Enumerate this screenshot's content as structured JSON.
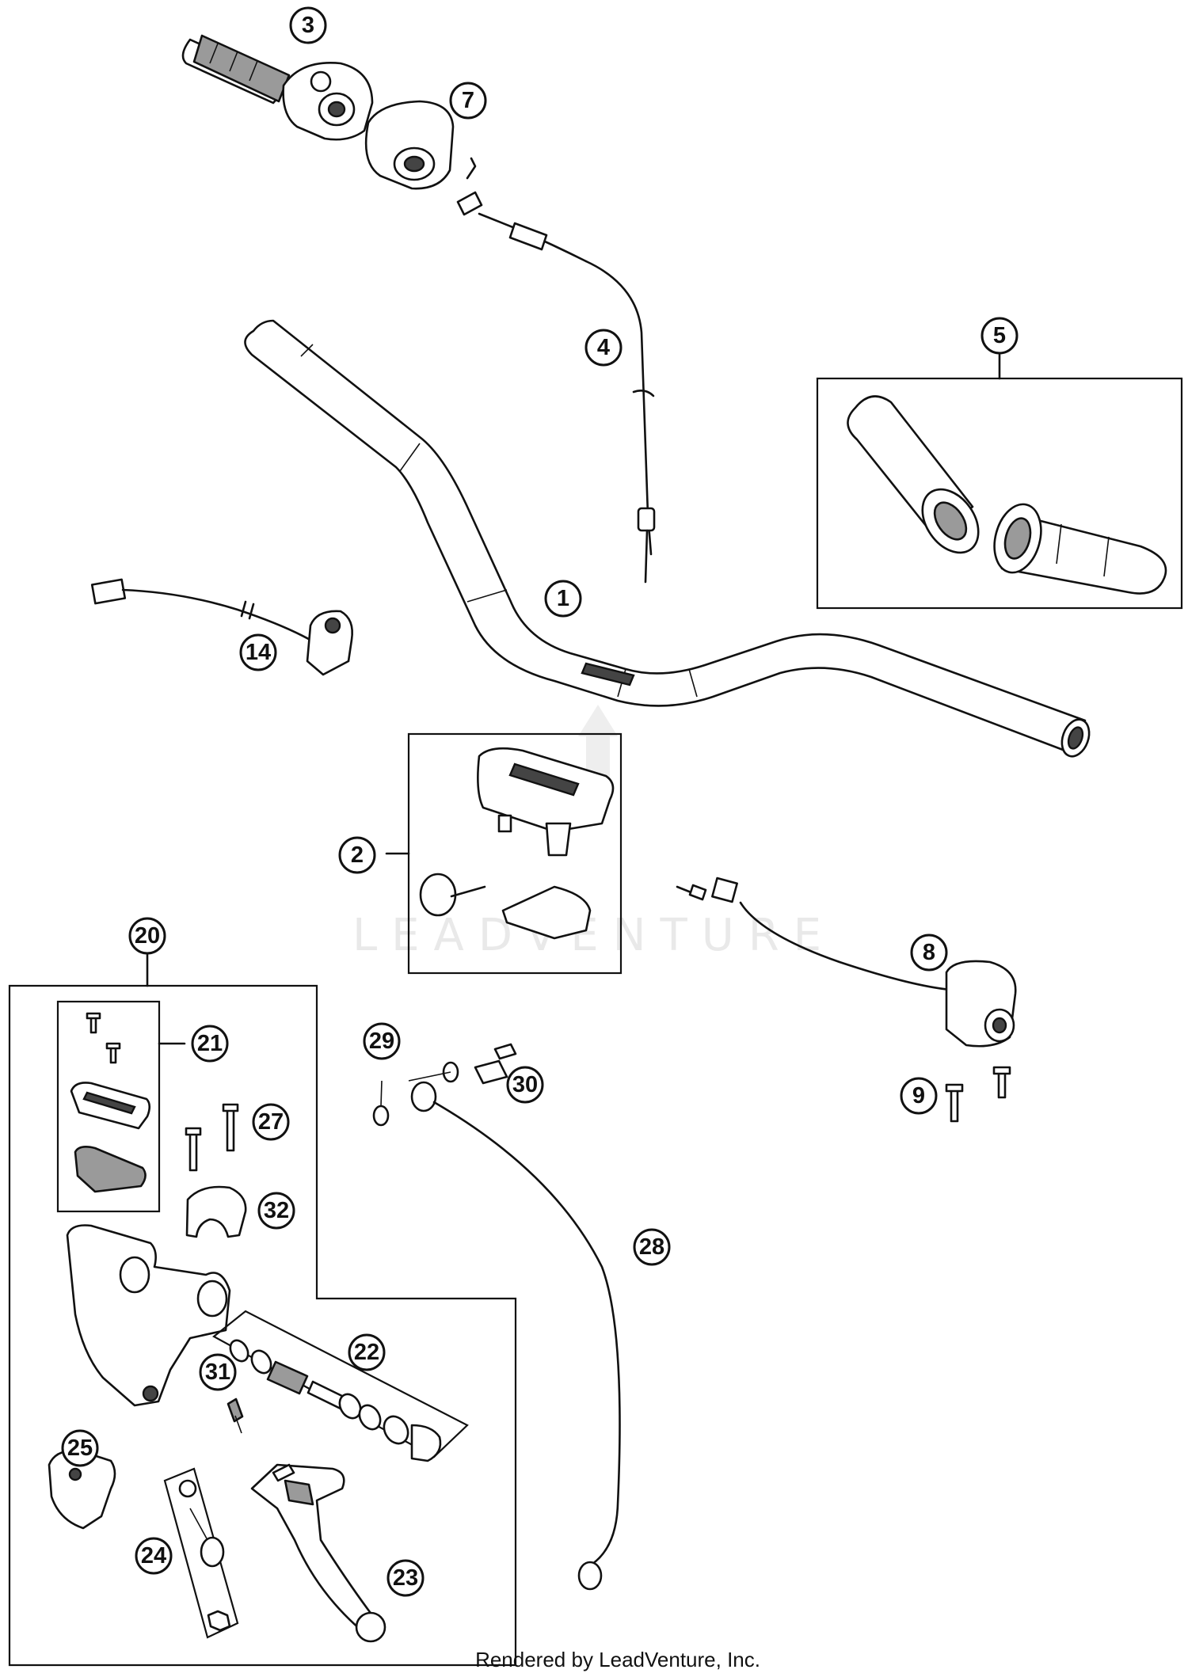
{
  "footer": "Rendered by LeadVenture, Inc.",
  "watermark": "LEADVENTURE",
  "callouts": [
    "1",
    "2",
    "3",
    "4",
    "5",
    "7",
    "8",
    "9",
    "14",
    "20",
    "21",
    "22",
    "23",
    "24",
    "25",
    "27",
    "28",
    "29",
    "30",
    "31",
    "32"
  ]
}
